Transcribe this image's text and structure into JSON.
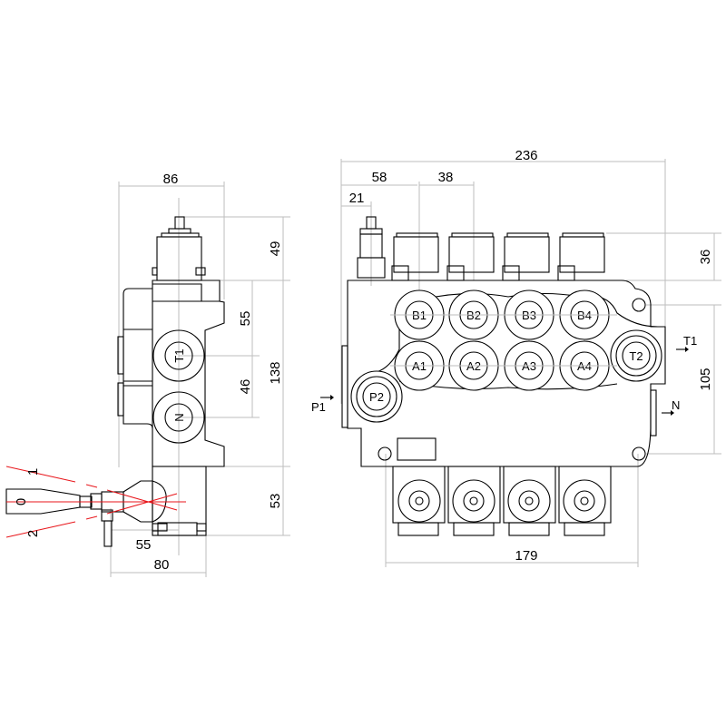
{
  "side_view": {
    "dims": {
      "width_top": "86",
      "h_top": "49",
      "h_body": "138",
      "p1": "55",
      "p2": "46",
      "h_bottom": "53",
      "lever_offset": "55",
      "lever_width": "80"
    },
    "ports": [
      "T1",
      "N"
    ],
    "lever_positions": [
      "1",
      "0",
      "2"
    ]
  },
  "front_view": {
    "dims": {
      "total": "236",
      "first": "58",
      "pitch": "38",
      "relief": "21",
      "h_top": "36",
      "h_ports": "105",
      "bottom": "179"
    },
    "ports_b": [
      "B1",
      "B2",
      "B3",
      "B4"
    ],
    "ports_a": [
      "A1",
      "A2",
      "A3",
      "A4"
    ],
    "port_t2": "T2",
    "port_p2": "P2",
    "ext_labels": {
      "p1": "P1",
      "t1": "T1",
      "n": "N"
    }
  },
  "colors": {
    "line": "#000000",
    "dimension": "#bdbdbd",
    "lever_angle": "#e8161b"
  }
}
